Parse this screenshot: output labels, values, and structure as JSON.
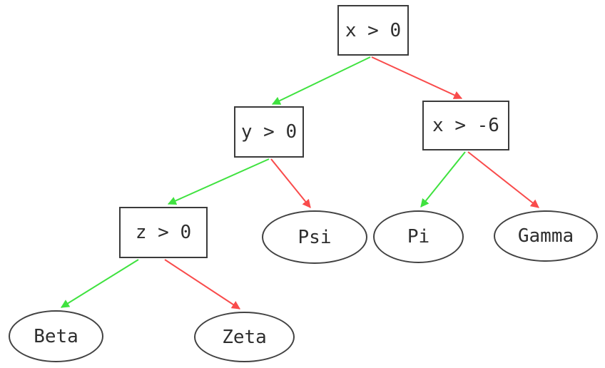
{
  "diagram": {
    "type": "decision-tree",
    "colors": {
      "true_edge": "#3fe23f",
      "false_edge": "#f94b4b",
      "node_border": "#3b3b3b",
      "text": "#2e2e2e",
      "background": "#ffffff"
    },
    "nodes": {
      "root": {
        "label": "x > 0",
        "shape": "box"
      },
      "y0": {
        "label": "y > 0",
        "shape": "box"
      },
      "xm6": {
        "label": "x > -6",
        "shape": "box"
      },
      "z0": {
        "label": "z > 0",
        "shape": "box"
      },
      "psi": {
        "label": "Psi",
        "shape": "ellipse"
      },
      "pi": {
        "label": "Pi",
        "shape": "ellipse"
      },
      "gamma": {
        "label": "Gamma",
        "shape": "ellipse"
      },
      "beta": {
        "label": "Beta",
        "shape": "ellipse"
      },
      "zeta": {
        "label": "Zeta",
        "shape": "ellipse"
      }
    },
    "edges": [
      {
        "from": "x > 0",
        "to": "y > 0",
        "branch": "true"
      },
      {
        "from": "x > 0",
        "to": "x > -6",
        "branch": "false"
      },
      {
        "from": "y > 0",
        "to": "z > 0",
        "branch": "true"
      },
      {
        "from": "y > 0",
        "to": "Psi",
        "branch": "false"
      },
      {
        "from": "x > -6",
        "to": "Pi",
        "branch": "true"
      },
      {
        "from": "x > -6",
        "to": "Gamma",
        "branch": "false"
      },
      {
        "from": "z > 0",
        "to": "Beta",
        "branch": "true"
      },
      {
        "from": "z > 0",
        "to": "Zeta",
        "branch": "false"
      }
    ]
  }
}
